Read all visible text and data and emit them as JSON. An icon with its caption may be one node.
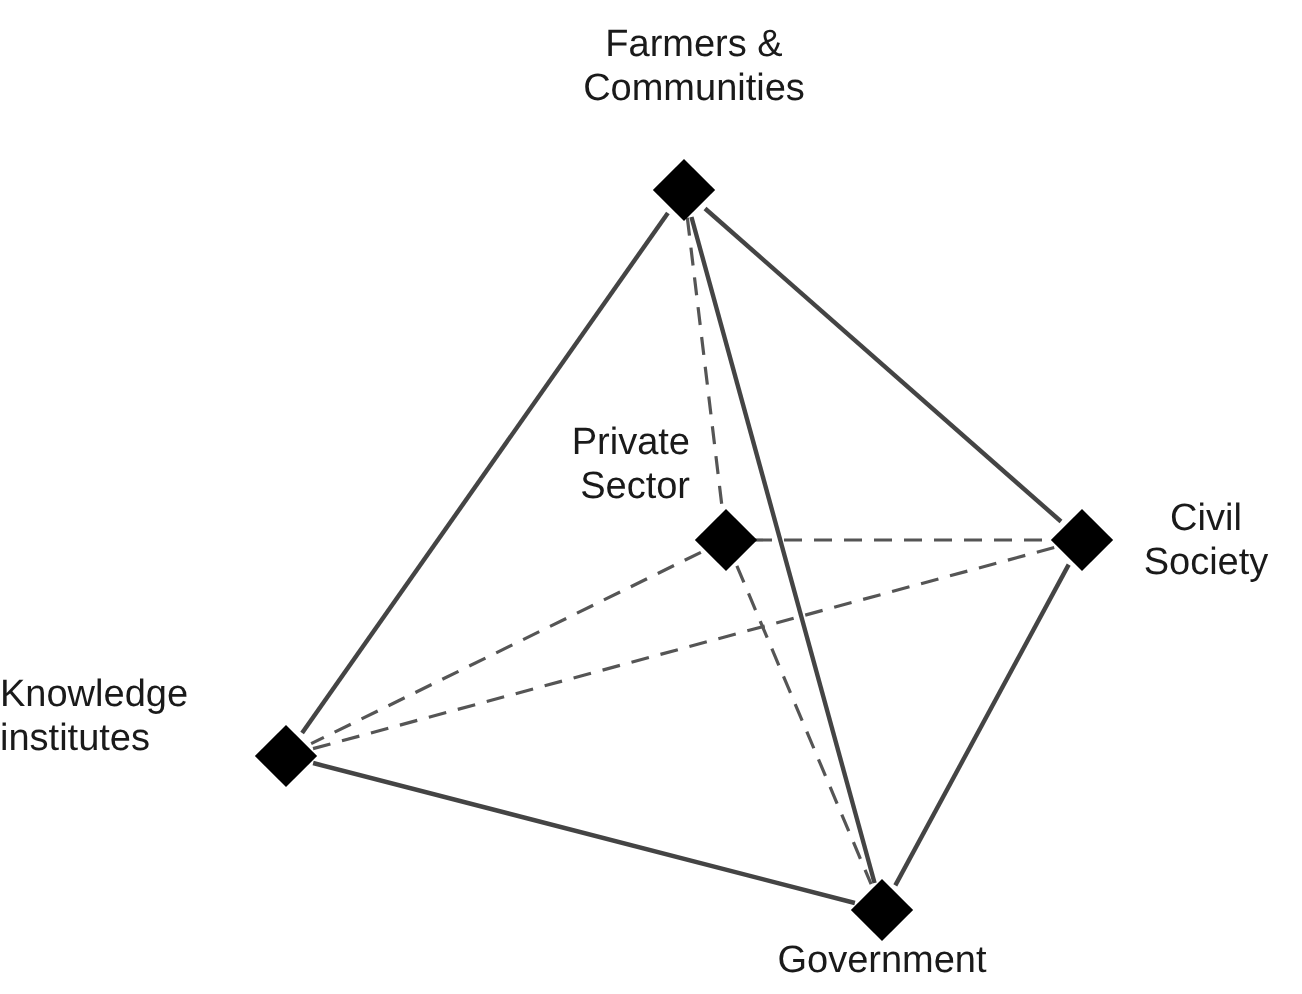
{
  "diagram": {
    "nodes": [
      {
        "text": [
          "Farmers & Communities"
        ]
      },
      {
        "text": [
          "Private Sector"
        ]
      },
      {
        "text": [
          "Civil Society"
        ]
      },
      {
        "text": [
          "Knowledge institutes"
        ]
      },
      {
        "text": [
          "Government"
        ]
      }
    ],
    "edges": [
      {
        "from": 0,
        "to": 3,
        "arrow": "none"
      },
      {
        "from": 0,
        "to": 2,
        "arrow": "none"
      },
      {
        "from": 0,
        "to": 4,
        "arrow": "none"
      },
      {
        "from": 3,
        "to": 4,
        "arrow": "none"
      },
      {
        "from": 2,
        "to": 4,
        "arrow": "none"
      },
      {
        "from": 0,
        "to": 1,
        "arrow": "none",
        "style": "dashed"
      },
      {
        "from": 1,
        "to": 4,
        "arrow": "none",
        "style": "dashed"
      },
      {
        "from": 1,
        "to": 2,
        "arrow": "none",
        "style": "dashed"
      },
      {
        "from": 1,
        "to": 3,
        "arrow": "none",
        "style": "dashed"
      },
      {
        "from": 3,
        "to": 2,
        "arrow": "none",
        "style": "dashed"
      }
    ]
  }
}
